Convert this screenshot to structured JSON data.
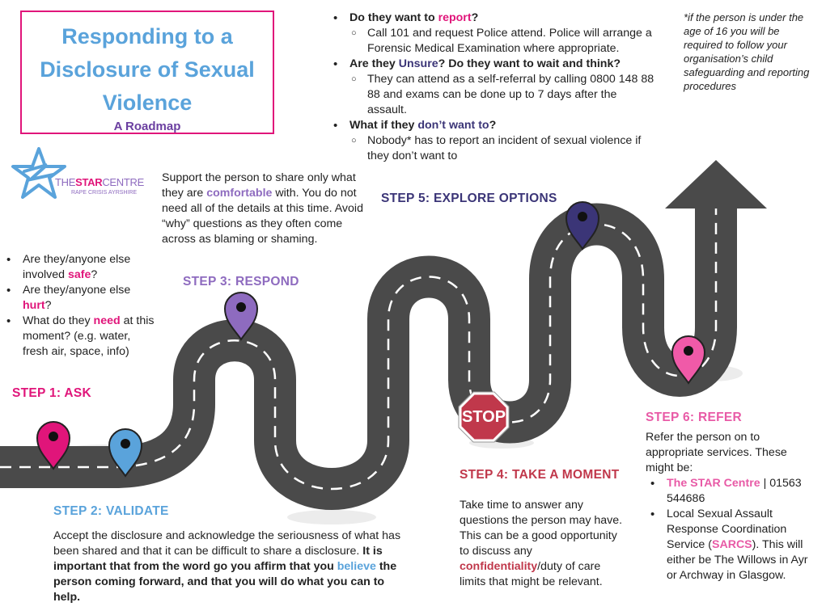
{
  "header": {
    "title_line1": "Responding to a",
    "title_line2": "Disclosure of Sexual",
    "title_line3": "Violence",
    "subtitle": "A Roadmap"
  },
  "logo": {
    "name_part1": "THE",
    "name_part2": "STAR",
    "name_part3": "CENTRE",
    "tagline": "RAPE CRISIS AYRSHIRE"
  },
  "note": {
    "text": "*if the person is under the age of 16 you will be required to follow your organisation’s child safeguarding and reporting procedures"
  },
  "step1": {
    "heading": "STEP 1: ASK",
    "q1_pre": "Are they/anyone else involved ",
    "q1_key": "safe",
    "q1_post": "?",
    "q2_pre": "Are they/anyone else ",
    "q2_key": "hurt",
    "q2_post": "?",
    "q3_pre": "What do they ",
    "q3_key": "need",
    "q3_post": " at this moment? (e.g. water, fresh air, space, info)"
  },
  "step2": {
    "heading": "STEP 2: VALIDATE",
    "body_plain": "Accept the disclosure and acknowledge the seriousness of what has been shared and that it can be difficult to share a disclosure. ",
    "body_bold1": "It is important that from the word go you affirm that you ",
    "body_key": "believe",
    "body_bold2": " the person coming forward, and that you will do what you can to help."
  },
  "step3": {
    "heading": "STEP 3: RESPOND",
    "body_pre": "Support the person to share only what they are ",
    "body_key": "comfortable",
    "body_post": " with. You do not need all of the details at this time. Avoid “why” questions as they often come across as blaming or shaming."
  },
  "step4": {
    "heading": "STEP 4: TAKE A MOMENT",
    "body_pre": "Take time to answer any questions the person may have. This can be a good opportunity to discuss any ",
    "body_key": "confidentiality",
    "body_post": "/duty of care limits that might be relevant.",
    "stop_sign": "STOP"
  },
  "step5": {
    "heading": "STEP 5: EXPLORE OPTIONS",
    "o1_pre": "Do they want to ",
    "o1_key": "report",
    "o1_post": "?",
    "o1_sub": "Call 101 and request Police attend. Police will arrange a Forensic Medical Examination where appropriate.",
    "o2_pre": "Are they ",
    "o2_key": "Unsure",
    "o2_post": "? Do they want to wait and think?",
    "o2_sub": "They can attend as a self-referral by calling 0800 148 88 88 and exams can be done up to 7 days after the assault.",
    "o3_pre": "What if they ",
    "o3_key": "don’t want to",
    "o3_post": "?",
    "o3_sub": "Nobody* has to report an incident of sexual violence if they don’t want to"
  },
  "step6": {
    "heading": "STEP 6: REFER",
    "intro": "Refer the person on to appropriate services. These might be:",
    "s1_key": "The STAR Centre",
    "s1_post": " | 01563 544686",
    "s2_pre": "Local Sexual Assault Response Coordination Service (",
    "s2_key": "SARCS",
    "s2_post": "). This will either be The Willows in Ayr or Archway in Glasgow."
  },
  "colors": {
    "pink": "#e0157a",
    "blue": "#5aa3db",
    "purple": "#8e6bbf",
    "navy": "#3b3577",
    "road": "#4a4a4a",
    "stop": "#c0384b"
  }
}
